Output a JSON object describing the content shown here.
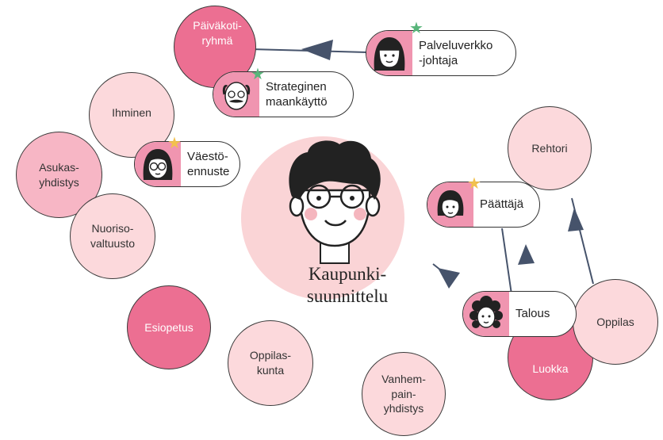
{
  "center": {
    "label": "Kaupunki-\nsuunnittelu"
  },
  "circles": [
    {
      "id": "paivakotiryhma",
      "label": "Päiväkoti-\nryhmä"
    },
    {
      "id": "ihminen",
      "label": "Ihminen"
    },
    {
      "id": "asukasyhdistys",
      "label": "Asukas-\nyhdistys"
    },
    {
      "id": "nuorisovaltuusto",
      "label": "Nuoriso-\nvaltuusto"
    },
    {
      "id": "esiopetus",
      "label": "Esiopetus"
    },
    {
      "id": "oppilaskunta",
      "label": "Oppilas-\nkunta"
    },
    {
      "id": "vanhempainyhdistys",
      "label": "Vanhem-\npain-\nyhdistys"
    },
    {
      "id": "rehtori",
      "label": "Rehtori"
    },
    {
      "id": "luokka",
      "label": "Luokka"
    },
    {
      "id": "oppilas",
      "label": "Oppilas"
    }
  ],
  "roles": [
    {
      "id": "palveluverkkojohtaja",
      "label": "Palveluverkko\n-johtaja",
      "star": "green",
      "face": "woman-bangs-icon"
    },
    {
      "id": "strateginen",
      "label": "Strateginen\nmaankäyttö",
      "star": "green",
      "face": "bald-mustache-man-icon"
    },
    {
      "id": "vaestoennuste",
      "label": "Väestö-\nennuste",
      "star": "yellow",
      "face": "woman-glasses-icon"
    },
    {
      "id": "paattaja",
      "label": "Päättäjä",
      "star": "yellow",
      "face": "woman-bob-icon"
    },
    {
      "id": "talous",
      "label": "Talous",
      "star": "none",
      "face": "curly-hair-woman-icon"
    }
  ],
  "colors": {
    "light_pink": "#fcd9dc",
    "mid_pink": "#f7b6c5",
    "dark_pink": "#ec6f92",
    "face_pink": "#f095b0",
    "arrow": "#46536b",
    "green_star": "#58b57a",
    "yellow_star": "#f2c14e"
  }
}
